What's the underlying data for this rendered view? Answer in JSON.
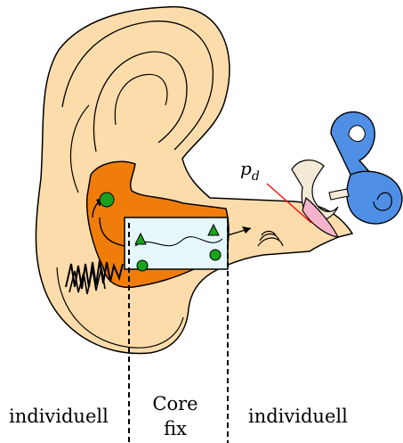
{
  "labels": {
    "pressure_symbol": "p",
    "pressure_subscript": "d",
    "core_line1": "Core",
    "core_line2": "fix",
    "left_region": "individuell",
    "right_region": "individuell"
  },
  "colors": {
    "outer_ear": "#fddcab",
    "earmold": "#f07d0a",
    "inner_ear": "#4f8fe6",
    "ossicles": "#f2ead6",
    "eardrum": "#f6b3cc",
    "components": "#1aa31a",
    "core_module": "#e6f7fb",
    "pressure_line": "#ff0000"
  }
}
